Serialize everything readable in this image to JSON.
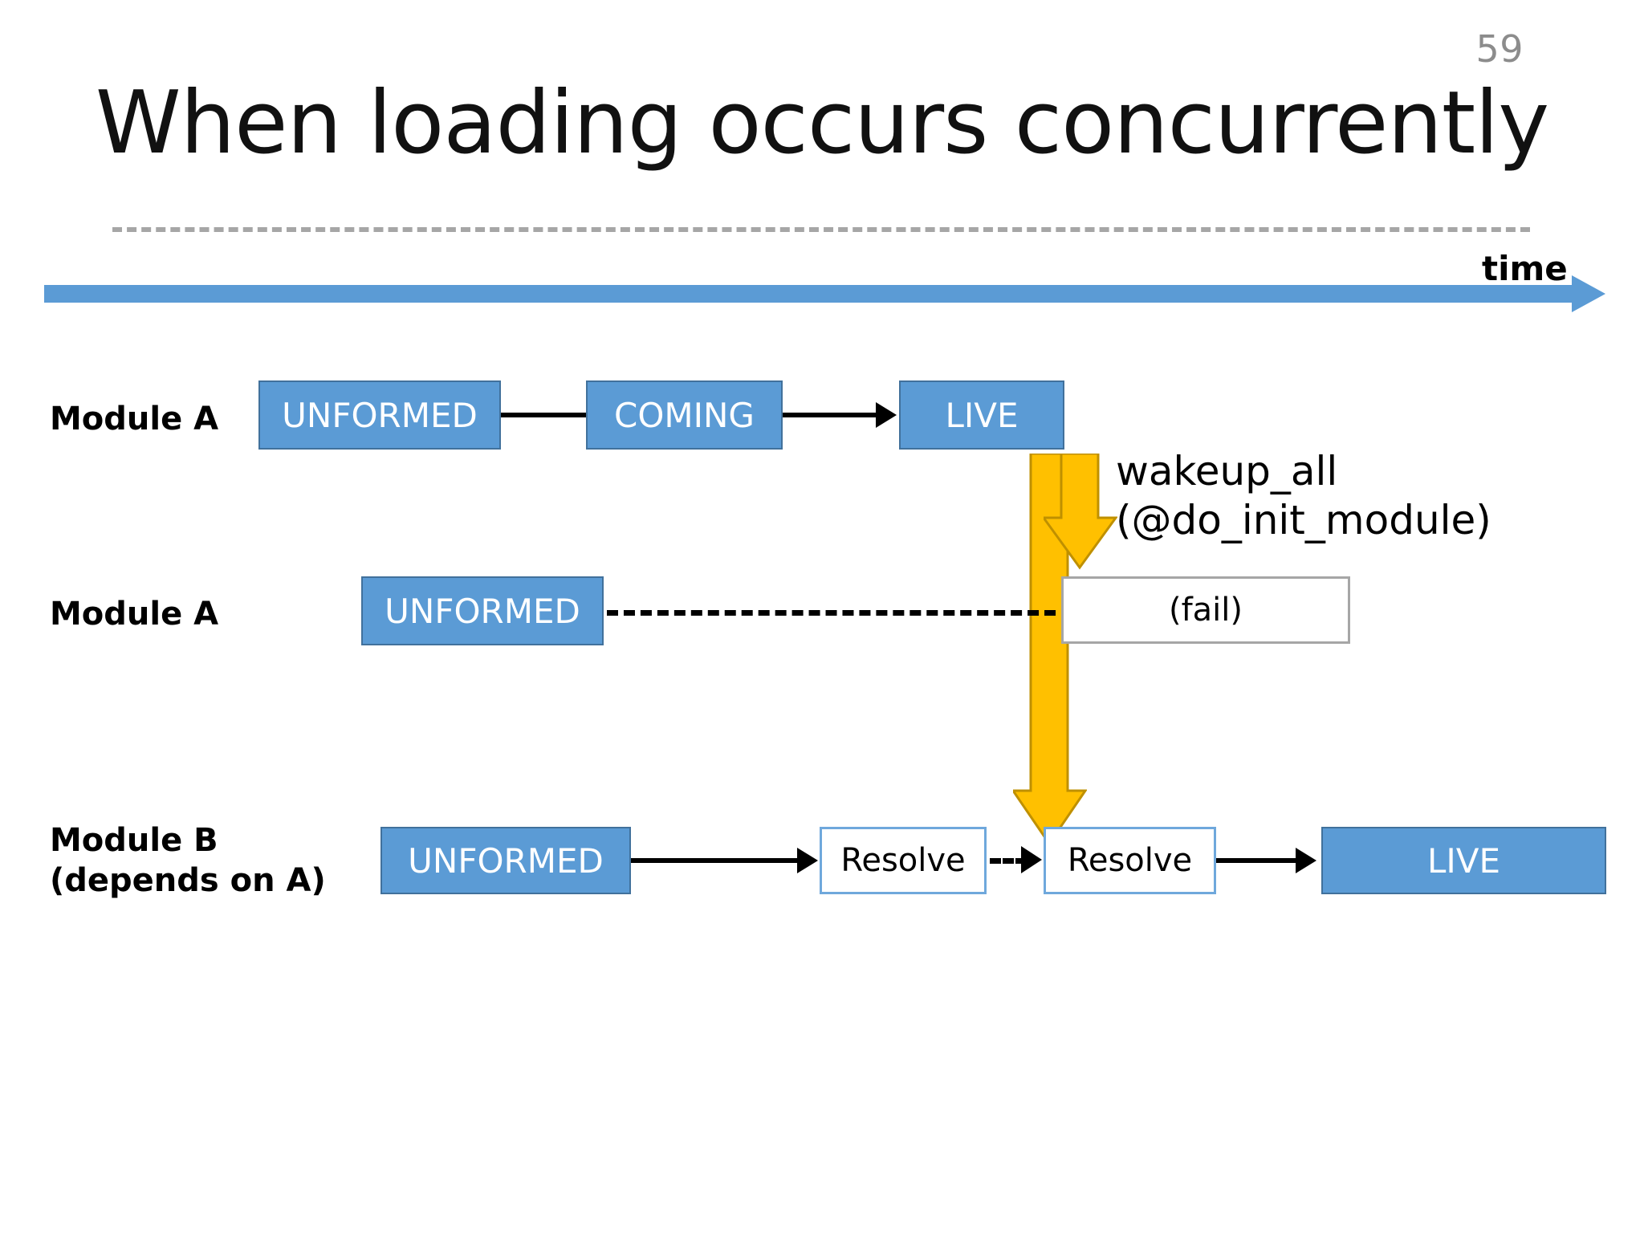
{
  "slide": {
    "page_number": "59",
    "title": "When loading occurs concurrently",
    "background_color": "#ffffff"
  },
  "colors": {
    "state_fill": "#5B9BD5",
    "state_border": "#41719C",
    "timeline_blue": "#5B9BD5",
    "wakeup_yellow": "#FFC000",
    "wakeup_yellow_border": "#BF9000",
    "divider_gray": "#a6a6a6",
    "page_number_gray": "#8c8c8c"
  },
  "timeline": {
    "axis_label": "time",
    "axis_icon": "right-arrow-icon"
  },
  "rows": [
    {
      "id": "module-a-first",
      "label": "Module A",
      "states": [
        {
          "name": "unformed",
          "text": "UNFORMED",
          "style": "filled"
        },
        {
          "name": "coming",
          "text": "COMING",
          "style": "filled"
        },
        {
          "name": "live",
          "text": "LIVE",
          "style": "filled"
        }
      ],
      "connectors": [
        "solid",
        "solid-arrow"
      ]
    },
    {
      "id": "module-a-second",
      "label": "Module A",
      "states": [
        {
          "name": "unformed",
          "text": "UNFORMED",
          "style": "filled"
        },
        {
          "name": "fail",
          "text": "(fail)",
          "style": "outline-gray"
        }
      ],
      "connectors": [
        "dashed-arrow"
      ]
    },
    {
      "id": "module-b",
      "label": "Module B\n(depends on A)",
      "states": [
        {
          "name": "unformed",
          "text": "UNFORMED",
          "style": "filled"
        },
        {
          "name": "resolve-1",
          "text": "Resolve",
          "style": "outline-blue"
        },
        {
          "name": "resolve-2",
          "text": "Resolve",
          "style": "outline-blue"
        },
        {
          "name": "live",
          "text": "LIVE",
          "style": "filled"
        }
      ],
      "connectors": [
        "solid-arrow",
        "dashed-arrow",
        "solid-arrow"
      ]
    }
  ],
  "annotations": {
    "wakeup": "wakeup_all\n(@do_init_module)"
  }
}
